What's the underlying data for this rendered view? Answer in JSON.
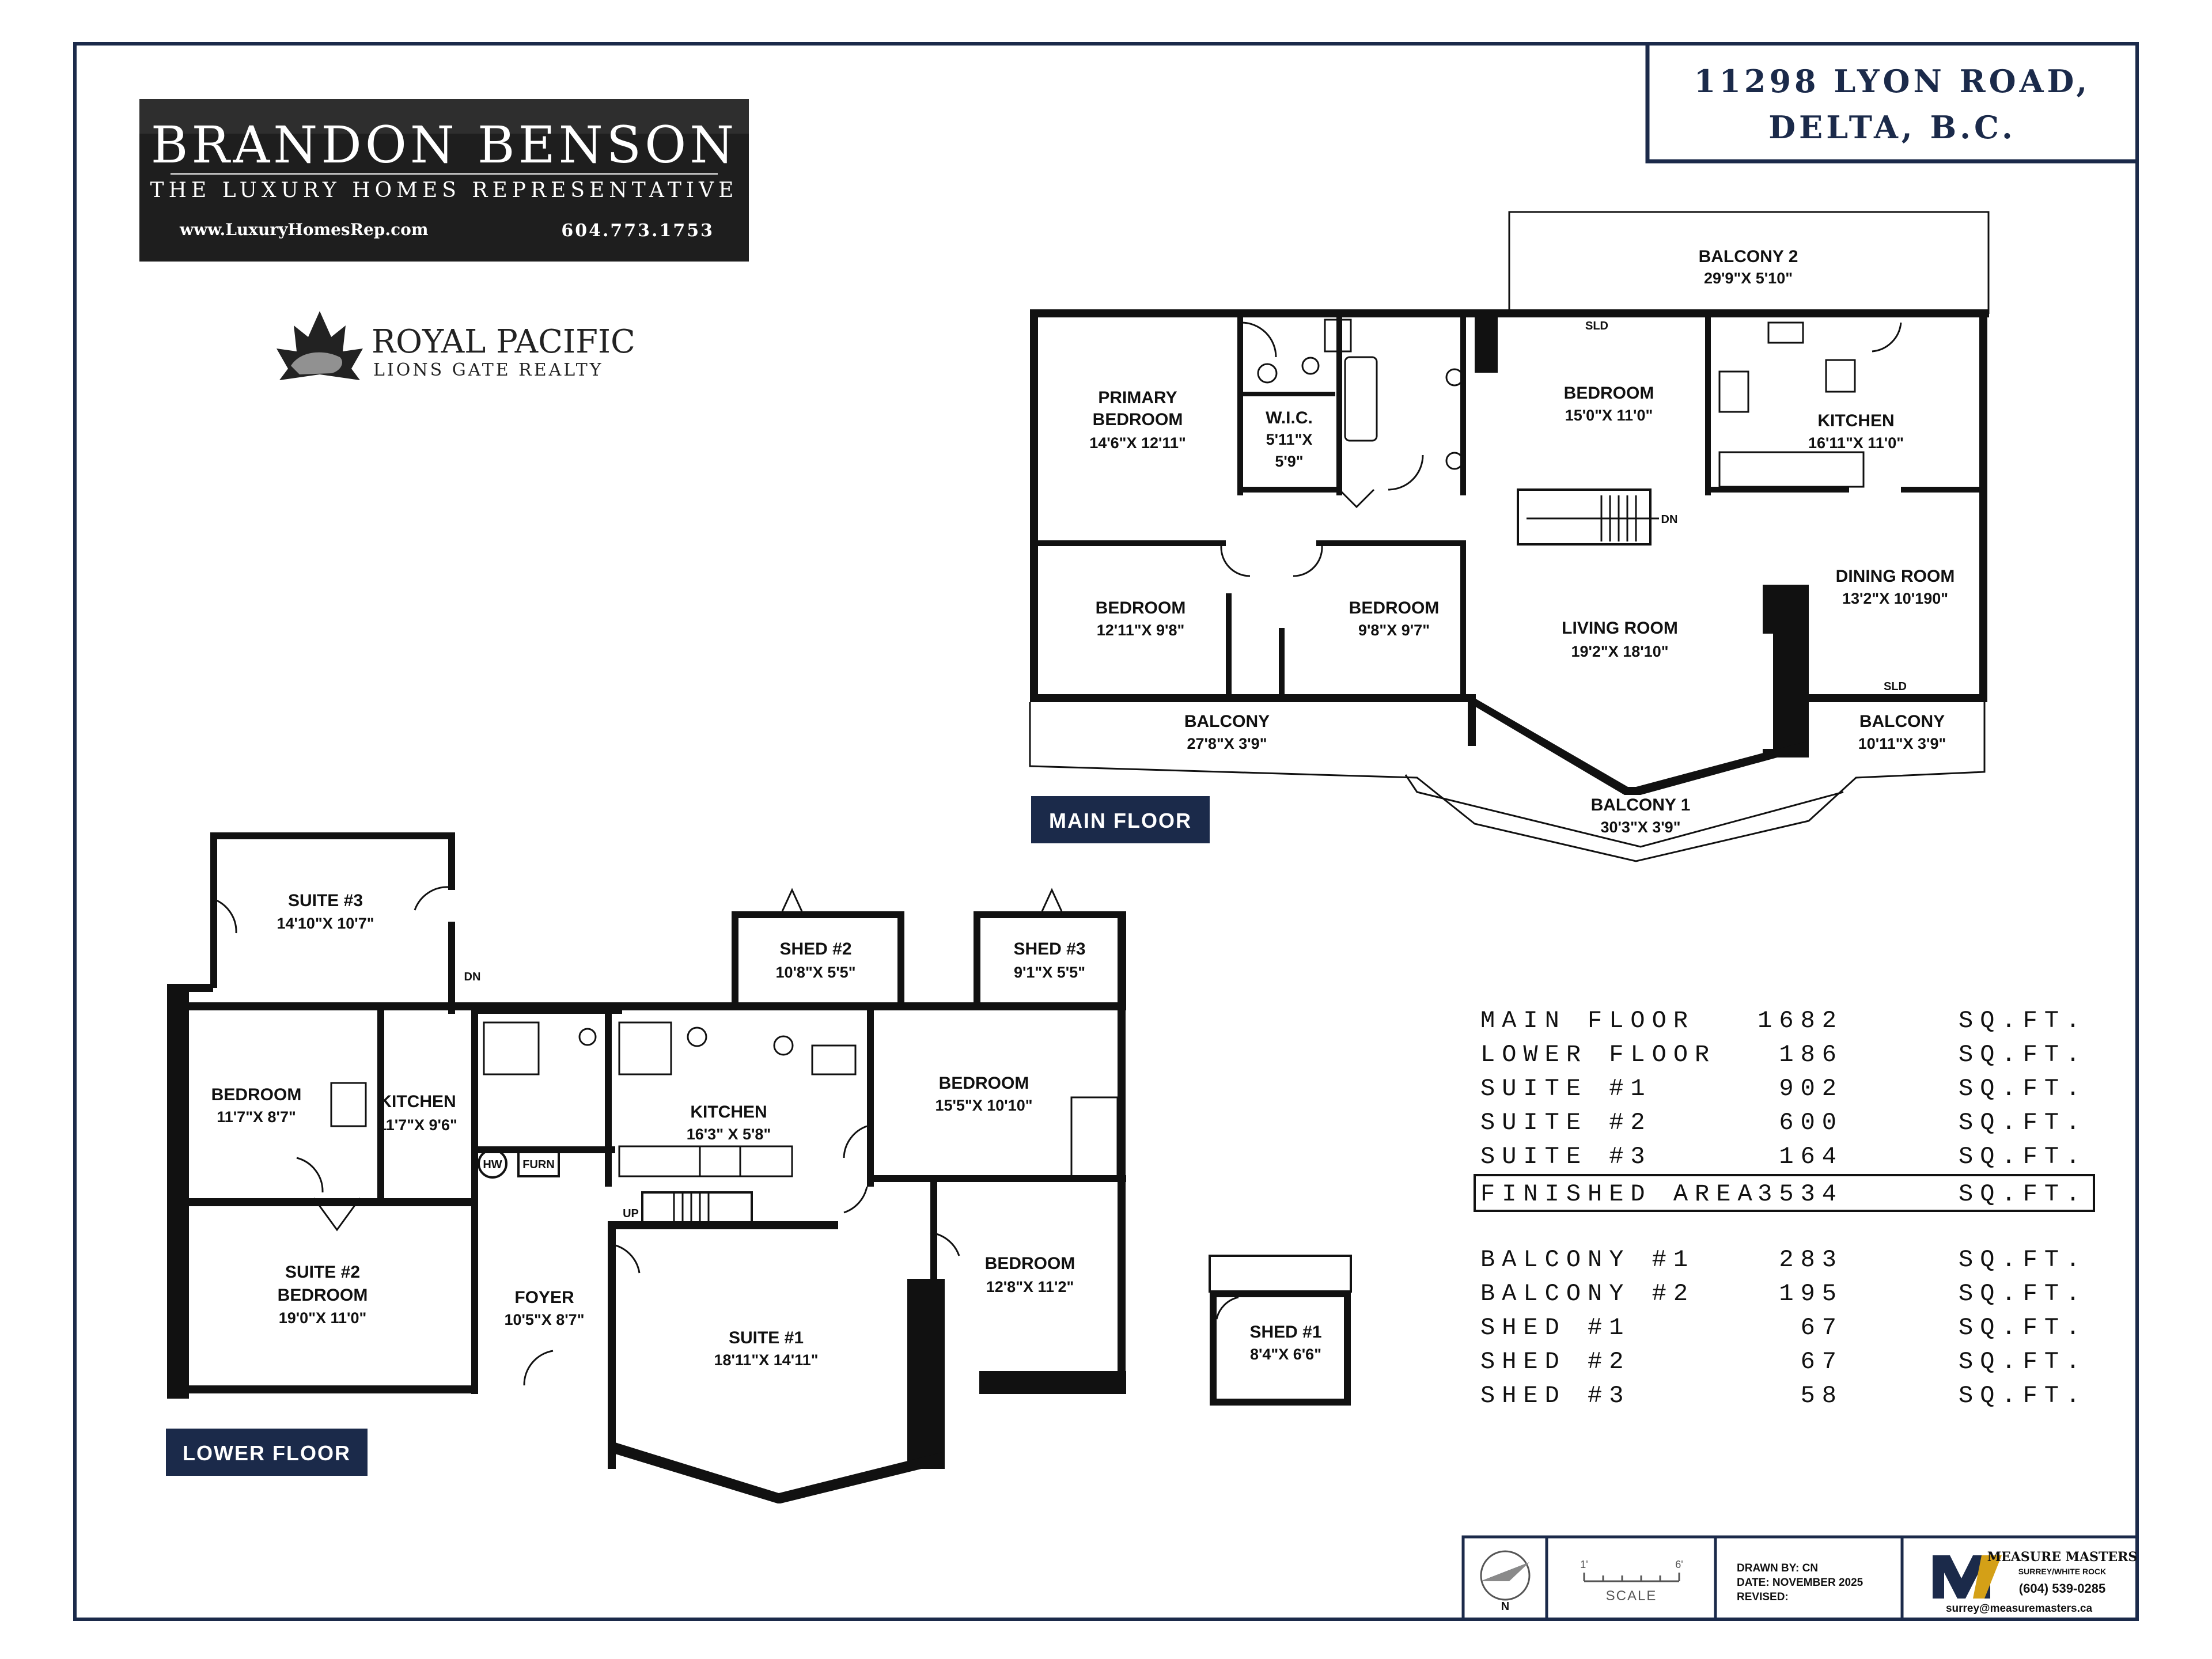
{
  "address": {
    "line1": "11298 LYON ROAD,",
    "line2": "DELTA, B.C."
  },
  "agent": {
    "name": "BRANDON BENSON",
    "tagline": "THE LUXURY HOMES REPRESENTATIVE",
    "website": "www.LuxuryHomesRep.com",
    "phone": "604.773.1753"
  },
  "brokerage": {
    "name": "ROYAL PACIFIC",
    "sub": "LIONS GATE REALTY"
  },
  "main_floor": {
    "label": "MAIN FLOOR",
    "rooms": {
      "balcony2": {
        "name": "BALCONY 2",
        "dim": "29'9\"X 5'10\""
      },
      "primary_bedroom": {
        "name1": "PRIMARY",
        "name2": "BEDROOM",
        "dim": "14'6\"X 12'11\""
      },
      "wic": {
        "name": "W.I.C.",
        "dim1": "5'11\"X",
        "dim2": "5'9\""
      },
      "bedroom_a": {
        "name": "BEDROOM",
        "dim": "15'0\"X 11'0\""
      },
      "kitchen": {
        "name": "KITCHEN",
        "dim": "16'11\"X 11'0\""
      },
      "bedroom_b": {
        "name": "BEDROOM",
        "dim": "12'11\"X 9'8\""
      },
      "bedroom_c": {
        "name": "BEDROOM",
        "dim": "9'8\"X 9'7\""
      },
      "living_room": {
        "name": "LIVING ROOM",
        "dim": "19'2\"X 18'10\""
      },
      "dining_room": {
        "name": "DINING ROOM",
        "dim": "13'2\"X 10'190\""
      },
      "balcony_left": {
        "name": "BALCONY",
        "dim": "27'8\"X 3'9\""
      },
      "balcony_right": {
        "name": "BALCONY",
        "dim": "10'11\"X 3'9\""
      },
      "balcony1": {
        "name": "BALCONY 1",
        "dim": "30'3\"X 3'9\""
      }
    },
    "marks": {
      "sld_top": "SLD",
      "sld_dining": "SLD",
      "dn": "DN"
    }
  },
  "lower_floor": {
    "label": "LOWER FLOOR",
    "rooms": {
      "suite3": {
        "name": "SUITE #3",
        "dim": "14'10\"X 10'7\""
      },
      "shed2": {
        "name": "SHED #2",
        "dim": "10'8\"X 5'5\""
      },
      "shed3": {
        "name": "SHED #3",
        "dim": "9'1\"X 5'5\""
      },
      "bedroom_l1": {
        "name": "BEDROOM",
        "dim": "11'7\"X 8'7\""
      },
      "kitchen_l1": {
        "name": "KITCHEN",
        "dim": "11'7\"X 9'6\""
      },
      "kitchen_l2": {
        "name": "KITCHEN",
        "dim": "16'3\" X 5'8\""
      },
      "bedroom_l2": {
        "name": "BEDROOM",
        "dim": "15'5\"X 10'10\""
      },
      "suite2": {
        "name1": "SUITE #2",
        "name2": "BEDROOM",
        "dim": "19'0\"X 11'0\""
      },
      "foyer": {
        "name": "FOYER",
        "dim": "10'5\"X 8'7\""
      },
      "suite1": {
        "name": "SUITE #1",
        "dim": "18'11\"X 14'11\""
      },
      "bedroom_l3": {
        "name": "BEDROOM",
        "dim": "12'8\"X 11'2\""
      },
      "shed1": {
        "name": "SHED #1",
        "dim": "8'4\"X 6'6\""
      }
    },
    "marks": {
      "dn": "DN",
      "up": "UP",
      "hw": "HW",
      "furn": "FURN"
    }
  },
  "areas": [
    {
      "label": "MAIN FLOOR",
      "value": "1682",
      "unit": "SQ.FT."
    },
    {
      "label": "LOWER FLOOR",
      "value": "186",
      "unit": "SQ.FT."
    },
    {
      "label": "SUITE #1",
      "value": "902",
      "unit": "SQ.FT."
    },
    {
      "label": "SUITE #2",
      "value": "600",
      "unit": "SQ.FT."
    },
    {
      "label": "SUITE #3",
      "value": "164",
      "unit": "SQ.FT."
    },
    {
      "label": "FINISHED AREA",
      "value": "3534",
      "unit": "SQ.FT."
    },
    {
      "label": "BALCONY #1",
      "value": "283",
      "unit": "SQ.FT."
    },
    {
      "label": "BALCONY #2",
      "value": "195",
      "unit": "SQ.FT."
    },
    {
      "label": "SHED #1",
      "value": "67",
      "unit": "SQ.FT."
    },
    {
      "label": "SHED #2",
      "value": "67",
      "unit": "SQ.FT."
    },
    {
      "label": "SHED #3",
      "value": "58",
      "unit": "SQ.FT."
    }
  ],
  "footer": {
    "north": "N",
    "scale_label": "SCALE",
    "scale_start": "1'",
    "scale_end": "6'",
    "drawn_by": "DRAWN BY: CN",
    "date": "DATE: NOVEMBER 2025",
    "revised": "REVISED:",
    "company": "MEASURE MASTERS",
    "company_sub": "SURREY/WHITE ROCK",
    "company_phone": "(604) 539-0285",
    "company_email": "surrey@measuremasters.ca"
  },
  "colors": {
    "navy": "#1b2a4a",
    "wall": "#111111"
  }
}
